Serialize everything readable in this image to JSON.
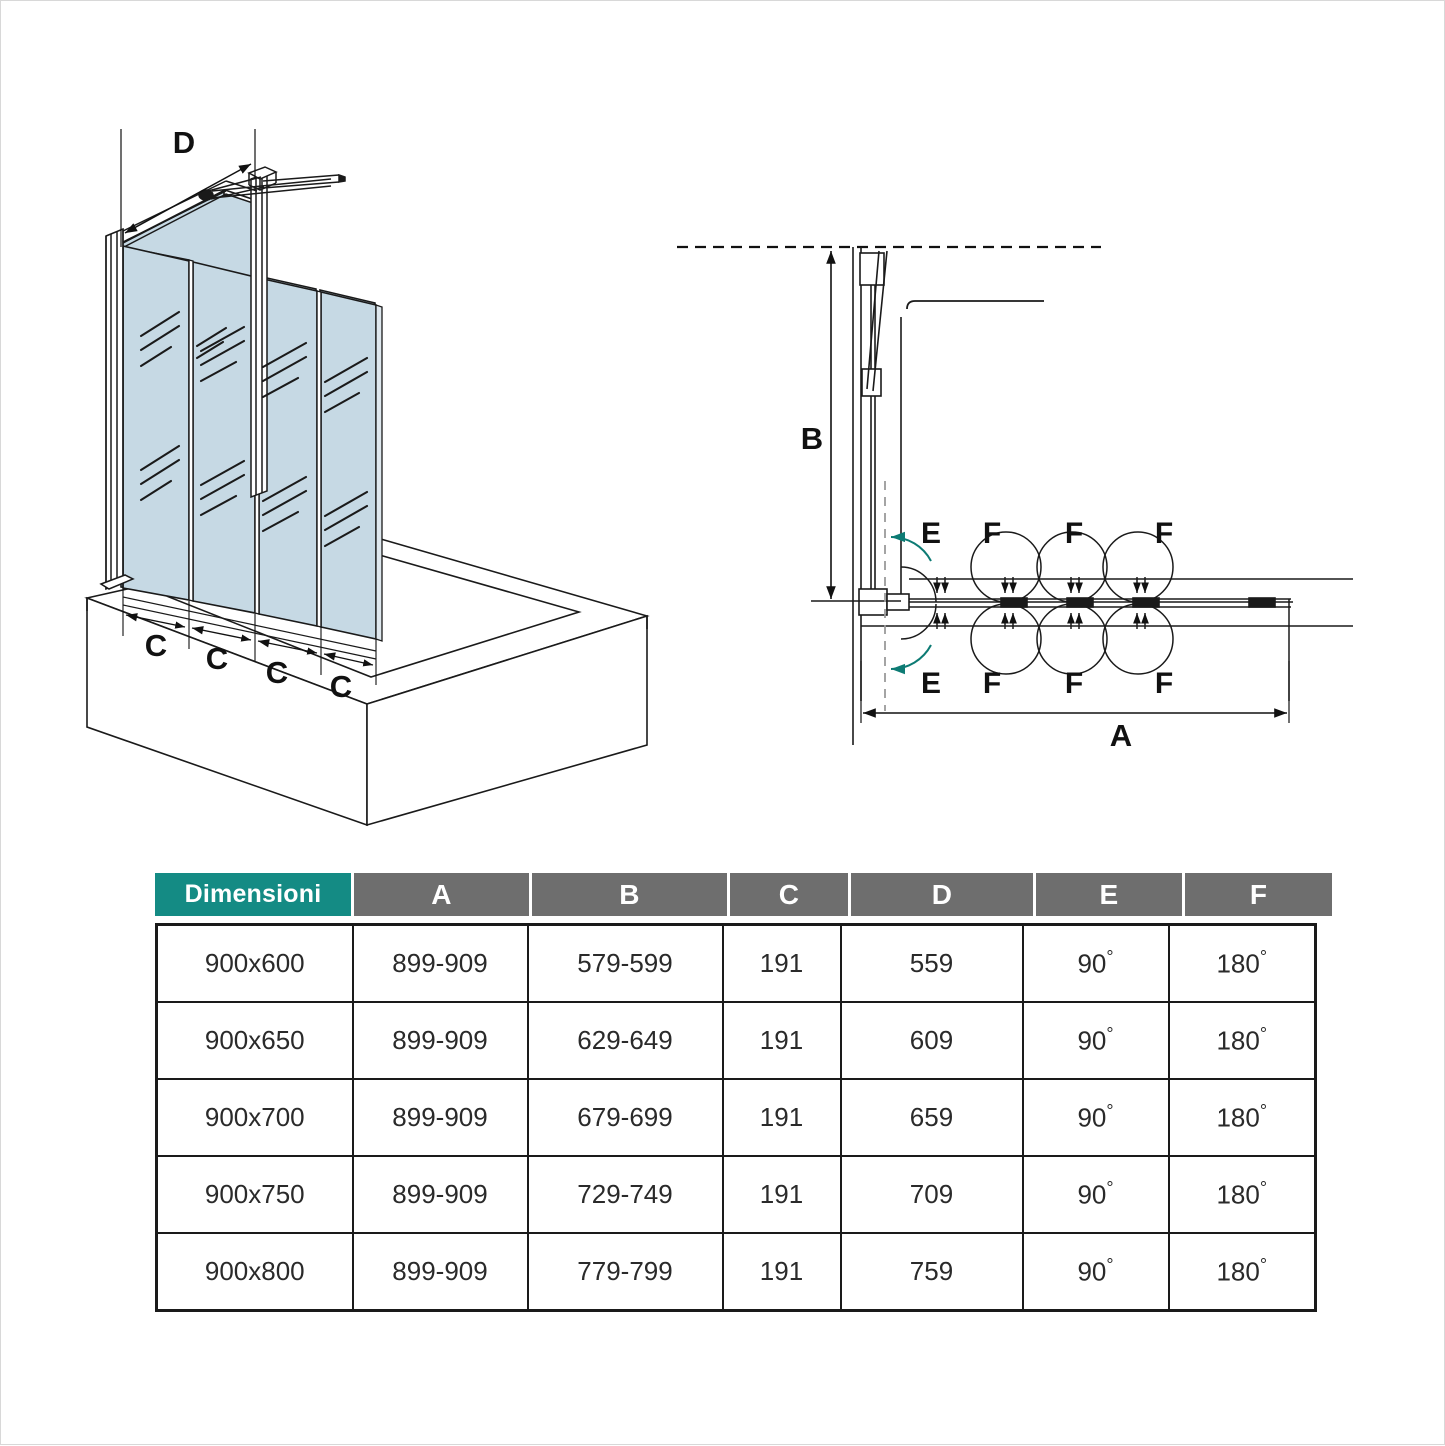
{
  "document": {
    "type": "technical-specification-drawing",
    "subject": "4-panel folding bath shower screen"
  },
  "diagram_left": {
    "name": "isometric-view",
    "labels": {
      "d": "D",
      "c1": "C",
      "c2": "C",
      "c3": "C",
      "c4": "C"
    },
    "glass_color": "#c6d9e4",
    "panel_count": 4
  },
  "diagram_right": {
    "name": "plan-view",
    "labels": {
      "b": "B",
      "a": "A",
      "e_top": "E",
      "f_top_1": "F",
      "f_top_2": "F",
      "f_top_3": "F",
      "e_bottom": "E",
      "f_bottom_1": "F",
      "f_bottom_2": "F",
      "f_bottom_3": "F"
    },
    "accent_color": "#0d7b74"
  },
  "table": {
    "headers": [
      "Dimensioni",
      "A",
      "B",
      "C",
      "D",
      "E",
      "F"
    ],
    "header_colors": {
      "first": "#148b84",
      "rest": "#6e6e6e"
    },
    "rows": [
      {
        "dimensioni": "900x600",
        "a": "899-909",
        "b": "579-599",
        "c": "191",
        "d": "559",
        "e": "90",
        "e_unit": "°",
        "f": "180",
        "f_unit": "°"
      },
      {
        "dimensioni": "900x650",
        "a": "899-909",
        "b": "629-649",
        "c": "191",
        "d": "609",
        "e": "90",
        "e_unit": "°",
        "f": "180",
        "f_unit": "°"
      },
      {
        "dimensioni": "900x700",
        "a": "899-909",
        "b": "679-699",
        "c": "191",
        "d": "659",
        "e": "90",
        "e_unit": "°",
        "f": "180",
        "f_unit": "°"
      },
      {
        "dimensioni": "900x750",
        "a": "899-909",
        "b": "729-749",
        "c": "191",
        "d": "709",
        "e": "90",
        "e_unit": "°",
        "f": "180",
        "f_unit": "°"
      },
      {
        "dimensioni": "900x800",
        "a": "899-909",
        "b": "779-799",
        "c": "191",
        "d": "759",
        "e": "90",
        "e_unit": "°",
        "f": "180",
        "f_unit": "°"
      }
    ]
  }
}
